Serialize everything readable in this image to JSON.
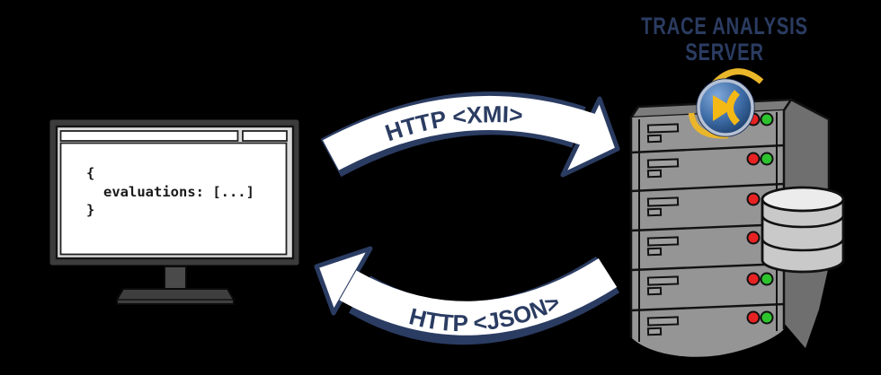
{
  "diagram": {
    "title": {
      "line1": "TRACE ANALYSIS",
      "line2": "SERVER"
    },
    "client": {
      "kind": "desktop-monitor",
      "code_lines": [
        "{",
        "evaluations: [...]",
        "}"
      ]
    },
    "server": {
      "unit_count": 6,
      "units": [
        {
          "leds": [
            "red",
            "green"
          ]
        },
        {
          "leds": [
            "red",
            "green"
          ]
        },
        {
          "leds": [
            "red"
          ]
        },
        {
          "leds": [
            "red"
          ]
        },
        {
          "leds": [
            "red",
            "green"
          ]
        },
        {
          "leds": [
            "red",
            "green"
          ]
        }
      ],
      "icons": [
        "trace-compass-logo-icon",
        "database-icon"
      ]
    },
    "arrows": {
      "request": {
        "label": "HTTP <XMI>",
        "from": "client",
        "to": "server"
      },
      "response": {
        "label": "HTTP <JSON>",
        "from": "server",
        "to": "client"
      }
    },
    "colors": {
      "background": "#000000",
      "ink_navy": "#2b3c62",
      "arrow_fill": "#ffffff",
      "server_front": "#959595",
      "server_side": "#6f6f6f",
      "server_top": "#7c7c7c",
      "led_red": "#e82222",
      "led_green": "#2dc32d",
      "logo_blue": "#2d5a94",
      "logo_gold": "#f5b915",
      "accent_gold": "#eab62a",
      "database_gray": "#c9c9c9",
      "monitor_frame": "#3c3c3c"
    }
  }
}
